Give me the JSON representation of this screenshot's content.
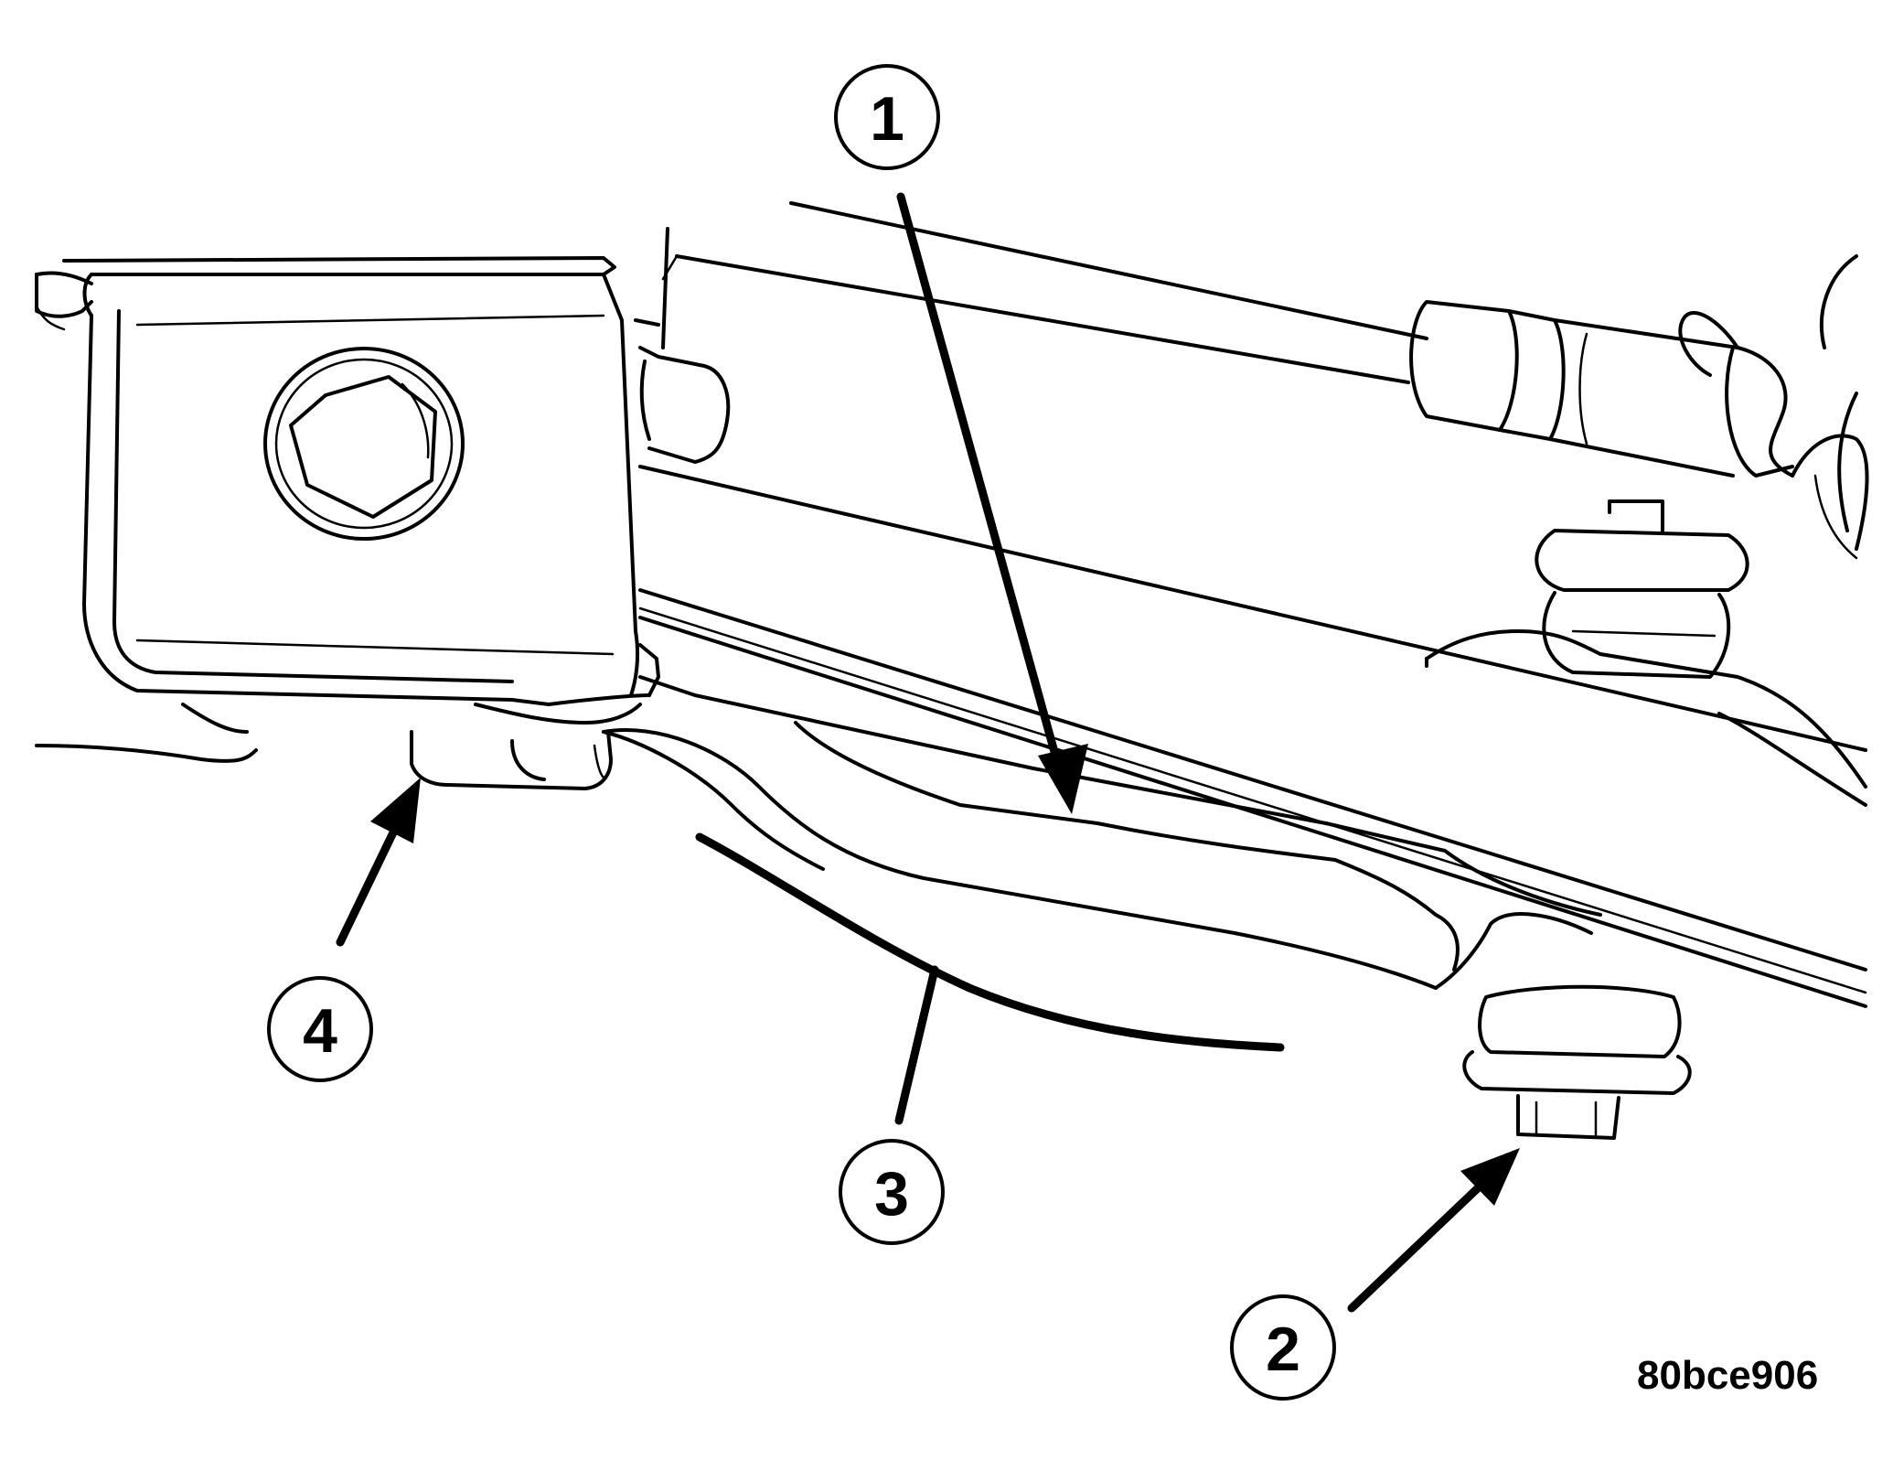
{
  "callouts": [
    {
      "id": "1",
      "label": "1"
    },
    {
      "id": "2",
      "label": "2"
    },
    {
      "id": "3",
      "label": "3"
    },
    {
      "id": "4",
      "label": "4"
    }
  ],
  "figure_code": "80bce906"
}
